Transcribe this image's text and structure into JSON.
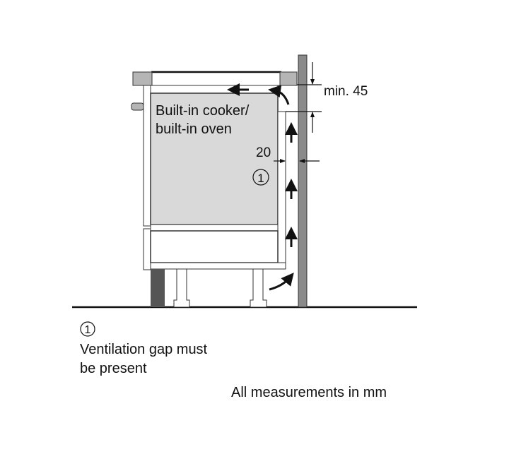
{
  "diagram": {
    "appliance_label_line1": "Built-in cooker/",
    "appliance_label_line2": "built-in oven",
    "gap_dimension": "20",
    "top_clearance": "min. 45",
    "callout_number": "1"
  },
  "legend": {
    "callout_number": "1",
    "note_line1": "Ventilation gap must",
    "note_line2": "be present",
    "units_note": "All measurements in mm"
  },
  "colors": {
    "wall": "#8a8a8a",
    "appliance": "#d9d9d9",
    "plinth": "#555555",
    "worktop_end": "#b5b5b5"
  }
}
